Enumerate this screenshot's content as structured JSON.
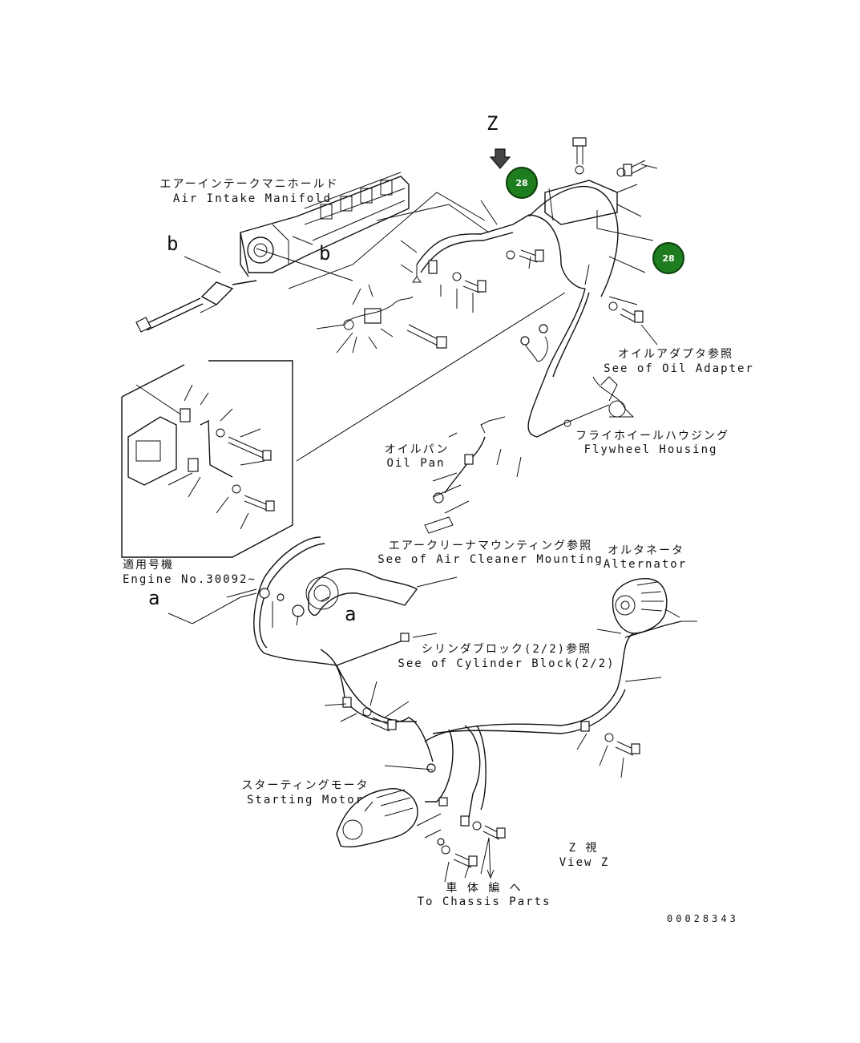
{
  "labels": {
    "air_intake_jp": "エアーインテークマニホールド",
    "air_intake_en": "Air Intake Manifold",
    "oil_adapter_jp": "オイルアダプタ参照",
    "oil_adapter_en": "See of Oil Adapter",
    "flywheel_jp": "フライホイールハウジング",
    "flywheel_en": "Flywheel Housing",
    "oil_pan_jp": "オイルパン",
    "oil_pan_en": "Oil Pan",
    "air_cleaner_jp": "エアークリーナマウンティング参照",
    "air_cleaner_en": "See of Air Cleaner Mounting",
    "alternator_jp": "オルタネータ",
    "alternator_en": "Alternator",
    "cyl_block_jp": "シリンダブロック(2/2)参照",
    "cyl_block_en": "See of Cylinder Block(2/2)",
    "starting_motor_jp": "スターティングモータ",
    "starting_motor_en": "Starting Motor",
    "engine_no_jp": "適用号機",
    "engine_no_en": "Engine No.30092~",
    "view_z_jp": "Z 視",
    "view_z_en": "View Z",
    "chassis_jp": "車 体 編 へ",
    "chassis_en": "To Chassis Parts",
    "z_letter": "Z",
    "b_letter_left": "b",
    "b_letter_mid": "b",
    "a_letter_left": "a",
    "a_letter_mid": "a"
  },
  "markers": [
    "28",
    "28"
  ],
  "doc_number": "00028343",
  "colors": {
    "marker_fill": "#1e7d1e",
    "line": "#111111",
    "background": "#ffffff"
  }
}
